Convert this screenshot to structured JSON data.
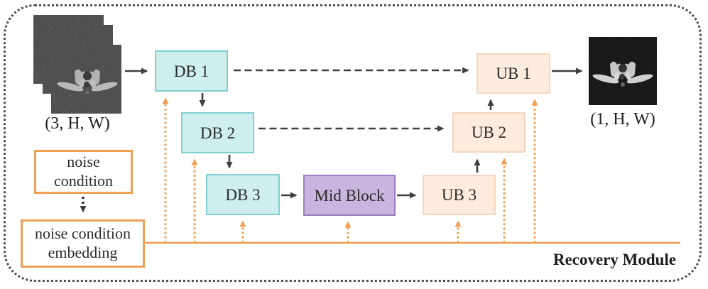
{
  "figure": {
    "module_label": "Recovery Module",
    "input": {
      "caption": "(3, H, W)",
      "image_name": "noisy-input-image-stack"
    },
    "output": {
      "caption": "(1, H, W)",
      "image_name": "recovered-output-image"
    },
    "blocks": {
      "db1": {
        "label": "DB 1"
      },
      "db2": {
        "label": "DB 2"
      },
      "db3": {
        "label": "DB 3"
      },
      "mid": {
        "label": "Mid Block"
      },
      "ub3": {
        "label": "UB 3"
      },
      "ub2": {
        "label": "UB 2"
      },
      "ub1": {
        "label": "UB 1"
      }
    },
    "condition": {
      "label": "noise condition"
    },
    "embedding": {
      "label": "noise condition embedding"
    },
    "colors": {
      "down_block_fill": "#cfeeee",
      "down_block_border": "#7ed0d3",
      "mid_block_fill": "#c8b4dd",
      "mid_block_border": "#9d7fc1",
      "up_block_fill": "#fdebdd",
      "up_block_border": "#f7d6c0",
      "condition_border": "#f0a055",
      "embedding_line": "#f0a055",
      "arrow_dark": "#3f3f3f",
      "outer_border": "#4d4d4d"
    }
  }
}
